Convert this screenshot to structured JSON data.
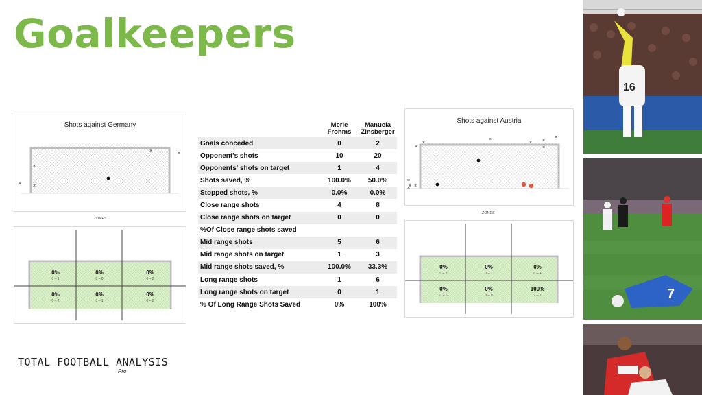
{
  "title": "Goalkeepers",
  "germany_panel": {
    "title": "Shots against Germany",
    "zones_label": "ZONES",
    "zones": [
      {
        "pct": "0%",
        "ratio": "0 – 1"
      },
      {
        "pct": "0%",
        "ratio": "0 – 0"
      },
      {
        "pct": "0%",
        "ratio": "0 – 2"
      },
      {
        "pct": "0%",
        "ratio": "0 – 2"
      },
      {
        "pct": "0%",
        "ratio": "0 – 1"
      },
      {
        "pct": "0%",
        "ratio": "0 – 0"
      }
    ]
  },
  "austria_panel": {
    "title": "Shots against Austria",
    "zones_label": "ZONES",
    "zones": [
      {
        "pct": "0%",
        "ratio": "0 – 2"
      },
      {
        "pct": "0%",
        "ratio": "0 – 2"
      },
      {
        "pct": "0%",
        "ratio": "0 – 4"
      },
      {
        "pct": "0%",
        "ratio": "0 – 6"
      },
      {
        "pct": "0%",
        "ratio": "0 – 0"
      },
      {
        "pct": "100%",
        "ratio": "2 – 2"
      }
    ]
  },
  "table": {
    "col1": [
      "Merle",
      "Frohms"
    ],
    "col2": [
      "Manuela",
      "Zinsberger"
    ],
    "rows": [
      {
        "label": "Goals conceded",
        "a": "0",
        "b": "2"
      },
      {
        "label": "Opponent's shots",
        "a": "10",
        "b": "20"
      },
      {
        "label": "Opponents' shots  on target",
        "a": "1",
        "b": "4"
      },
      {
        "label": "Shots saved, %",
        "a": "100.0%",
        "b": "50.0%"
      },
      {
        "label": "Stopped shots, %",
        "a": "0.0%",
        "b": "0.0%"
      },
      {
        "label": "Close range shots",
        "a": "4",
        "b": "8"
      },
      {
        "label": "Close range shots on target",
        "a": "0",
        "b": "0"
      },
      {
        "label": "%Of Close range shots saved",
        "a": "",
        "b": ""
      },
      {
        "label": "Mid range shots",
        "a": "5",
        "b": "6"
      },
      {
        "label": "Mid range shots on target",
        "a": "1",
        "b": "3"
      },
      {
        "label": "Mid range shots saved, %",
        "a": "100.0%",
        "b": "33.3%"
      },
      {
        "label": "Long range shots",
        "a": "1",
        "b": "6"
      },
      {
        "label": "Long range shots on target",
        "a": "0",
        "b": "1"
      },
      {
        "label": "% Of Long Range Shots Saved",
        "a": "0%",
        "b": "100%"
      }
    ]
  },
  "logo": {
    "text": "TOTAL FOOTBALL ANALYSIS",
    "sub": "Pro"
  },
  "photos": [
    {
      "jersey_number": "16"
    },
    {},
    {
      "jersey_number": "7"
    },
    {}
  ]
}
